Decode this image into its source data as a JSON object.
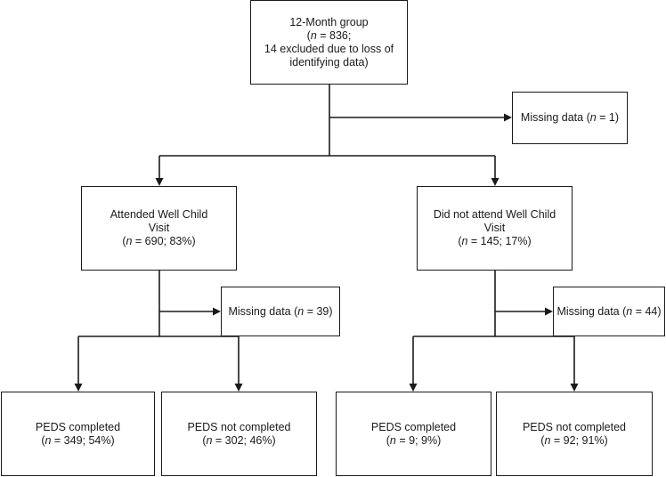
{
  "nodes": {
    "root": {
      "title": "12-Month group",
      "n_open": "(",
      "n_var": "n",
      "n_rest": " = 836;",
      "note": "14 excluded due to loss of identifying data)"
    },
    "missing_root": {
      "prefix": "Missing data (",
      "n_var": "n",
      "rest": " = 1)"
    },
    "attended": {
      "title": "Attended Well Child Visit",
      "n_open": "(",
      "n_var": "n",
      "n_rest": " = 690; 83%)"
    },
    "not_attended": {
      "title": "Did not attend Well Child Visit",
      "n_open": "(",
      "n_var": "n",
      "n_rest": " = 145; 17%)"
    },
    "missing_attended": {
      "prefix": "Missing data (",
      "n_var": "n",
      "rest": " = 39)"
    },
    "missing_not_attended": {
      "prefix": "Missing data (",
      "n_var": "n",
      "rest": " = 44)"
    },
    "peds_completed_attended": {
      "title": "PEDS completed",
      "n_open": "(",
      "n_var": "n",
      "n_rest": " = 349; 54%)"
    },
    "peds_not_completed_attended": {
      "title": "PEDS not completed",
      "n_open": "(",
      "n_var": "n",
      "n_rest": " = 302; 46%)"
    },
    "peds_completed_not_attended": {
      "title": "PEDS completed",
      "n_open": "(",
      "n_var": "n",
      "n_rest": " = 9; 9%)"
    },
    "peds_not_completed_not_attended": {
      "title": "PEDS not completed",
      "n_open": "(",
      "n_var": "n",
      "n_rest": " = 92; 91%)"
    }
  }
}
